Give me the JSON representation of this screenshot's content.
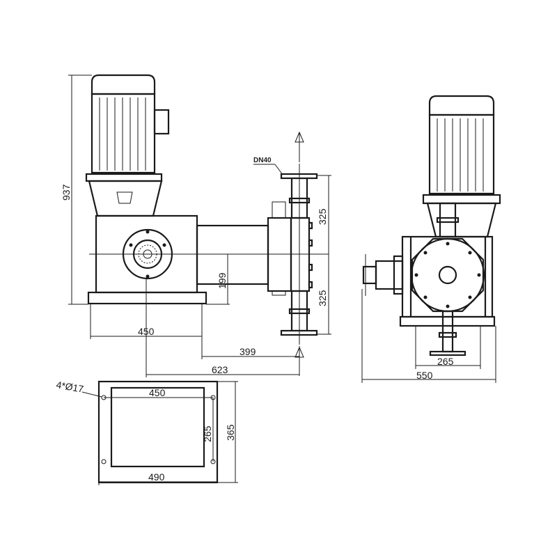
{
  "side_view": {
    "height_dim": "937",
    "outlet_label": "DN40",
    "upper_dim": "325",
    "lower_dim": "325",
    "centre_height_dim": "199",
    "base_width_dim": "450",
    "offset_dim": "399",
    "total_offset_dim": "623"
  },
  "front_view": {
    "inner_width_dim": "265",
    "overall_width_dim": "550"
  },
  "base_plate": {
    "hole_label": "4*Ø17",
    "hole_spacing_x": "450",
    "hole_spacing_y": "265",
    "plate_depth": "365",
    "plate_width": "490"
  }
}
